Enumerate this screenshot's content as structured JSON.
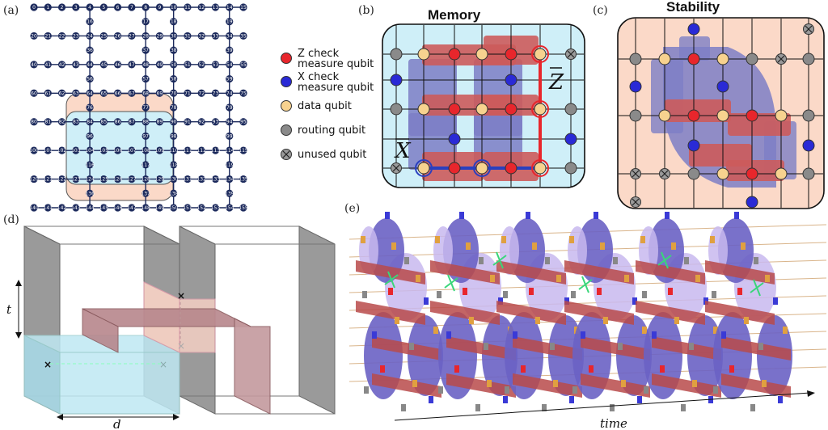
{
  "panels": {
    "a": "(a)",
    "b": "(b)",
    "c": "(c)",
    "d": "(d)",
    "e": "(e)"
  },
  "titles": {
    "memory": "Memory",
    "stability": "Stability"
  },
  "legend": [
    {
      "line1": "Z check",
      "line2": "measure qubit",
      "color": "#e8262c",
      "kind": "dot"
    },
    {
      "line1": "X check",
      "line2": "measure qubit",
      "color": "#2a2ad6",
      "kind": "dot"
    },
    {
      "line1": "data qubit",
      "line2": "",
      "color": "#f7d28f",
      "kind": "dot"
    },
    {
      "line1": "routing qubit",
      "line2": "",
      "color": "#8a8a8a",
      "kind": "dot"
    },
    {
      "line1": "unused qubit",
      "line2": "",
      "color": "#9a9a9a",
      "kind": "cross"
    }
  ],
  "operators": {
    "zbar": "Z",
    "xbar": "X"
  },
  "axes": {
    "t": "t",
    "d": "d",
    "time": "time"
  },
  "grid": {
    "rows": [
      {
        "start": 0,
        "count": 16
      },
      {
        "start": 16,
        "count": 4
      },
      {
        "start": 20,
        "count": 16
      },
      {
        "start": 36,
        "count": 4
      },
      {
        "start": 40,
        "count": 16
      },
      {
        "start": 56,
        "count": 4
      },
      {
        "start": 60,
        "count": 16
      },
      {
        "start": 76,
        "count": 4
      },
      {
        "start": 80,
        "count": 16
      },
      {
        "start": 96,
        "count": 4
      },
      {
        "start": 100,
        "count": 16
      },
      {
        "start": 116,
        "count": 4
      },
      {
        "start": 120,
        "count": 16
      },
      {
        "start": 136,
        "count": 4
      },
      {
        "start": 140,
        "count": 16
      }
    ]
  },
  "colors": {
    "navy": "#1c2a5c",
    "z": "#e8262c",
    "x": "#2a2ad6",
    "data": "#f7d28f",
    "routing": "#8a8a8a",
    "memory_bg": "#cfeff8",
    "stability_bg": "#fbd9c8",
    "x_plaquette": "#7d7ec6",
    "z_plaquette": "#cc5b5b"
  }
}
